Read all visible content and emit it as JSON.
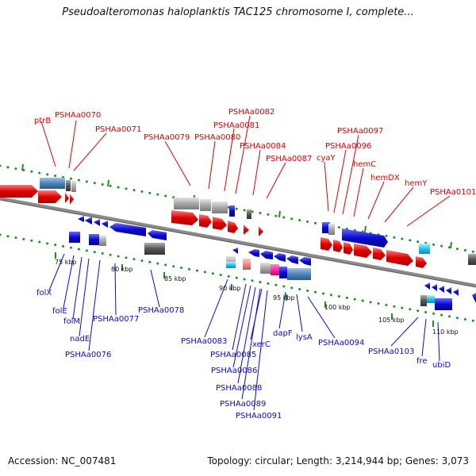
{
  "title": "Pseudoalteromonas haloplanktis TAC125 chromosome I, complete...",
  "footer": {
    "accession": "Accession: NC_007481",
    "topology": "Topology: circular; Length: 3,214,944 bp; Genes: 3,073"
  },
  "scale_labels": [
    "75 kbp",
    "80 kbp",
    "85 kbp",
    "90 kbp",
    "95 kbp",
    "100 kbp",
    "105 kbp",
    "110 kbp"
  ],
  "forward_genes": [
    "ptrB",
    "PSHAa0070",
    "PSHAa0071",
    "PSHAa0079",
    "PSHAa0080",
    "PSHAa0081",
    "PSHAa0082",
    "PSHAa0084",
    "PSHAa0087",
    "cyaY",
    "PSHAa0096",
    "PSHAa0097",
    "hemC",
    "hemDX",
    "hemY",
    "PSHAa0101"
  ],
  "reverse_genes": [
    "folX",
    "folE",
    "folM",
    "nadE",
    "PSHAa0076",
    "PSHAa0077",
    "PSHAa0078",
    "PSHAa0083",
    "PSHAa0085",
    "PSHAa0086",
    "PSHAa0088",
    "PSHAa0089",
    "PSHAa0091",
    "xerC",
    "dapF",
    "lysA",
    "PSHAa0094",
    "PSHAa0103",
    "fre",
    "ubiD"
  ],
  "colors": {
    "forward": "#e00000",
    "reverse": "#0a0ad0",
    "backbone": "#8a8a8a",
    "tick": "#1f8f1f"
  }
}
